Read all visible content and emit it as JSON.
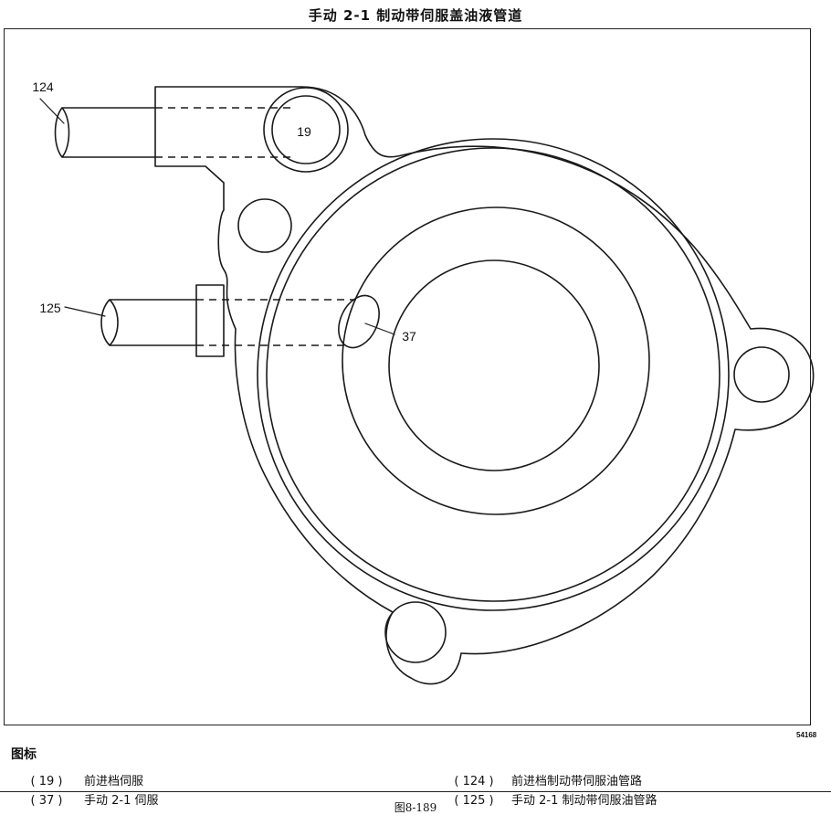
{
  "title": "手动 2-1 制动带伺服盖油液管道",
  "figure_id": "54168",
  "callouts": {
    "c19": "19",
    "c37": "37",
    "c124": "124",
    "c125": "125"
  },
  "legend": {
    "title": "图标",
    "items": [
      {
        "code": "( 19 )",
        "text": "前进档伺服"
      },
      {
        "code": "( 37 )",
        "text": "手动 2-1 伺服"
      },
      {
        "code": "( 124 )",
        "text": "前进档制动带伺服油管路"
      },
      {
        "code": "( 125 )",
        "text": "手动 2-1 制动带伺服油管路"
      }
    ]
  },
  "caption": "图8-189"
}
